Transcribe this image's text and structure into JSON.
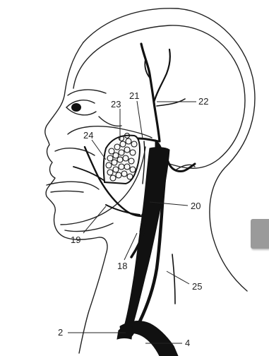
{
  "labels": {
    "l2": "2",
    "l4": "4",
    "l18": "18",
    "l19": "19",
    "l20": "20",
    "l21": "21",
    "l22": "22",
    "l23": "23",
    "l24": "24",
    "l25": "25"
  },
  "colors": {
    "ink": "#111111",
    "background": "#ffffff",
    "tab": "#9a9a9a"
  }
}
